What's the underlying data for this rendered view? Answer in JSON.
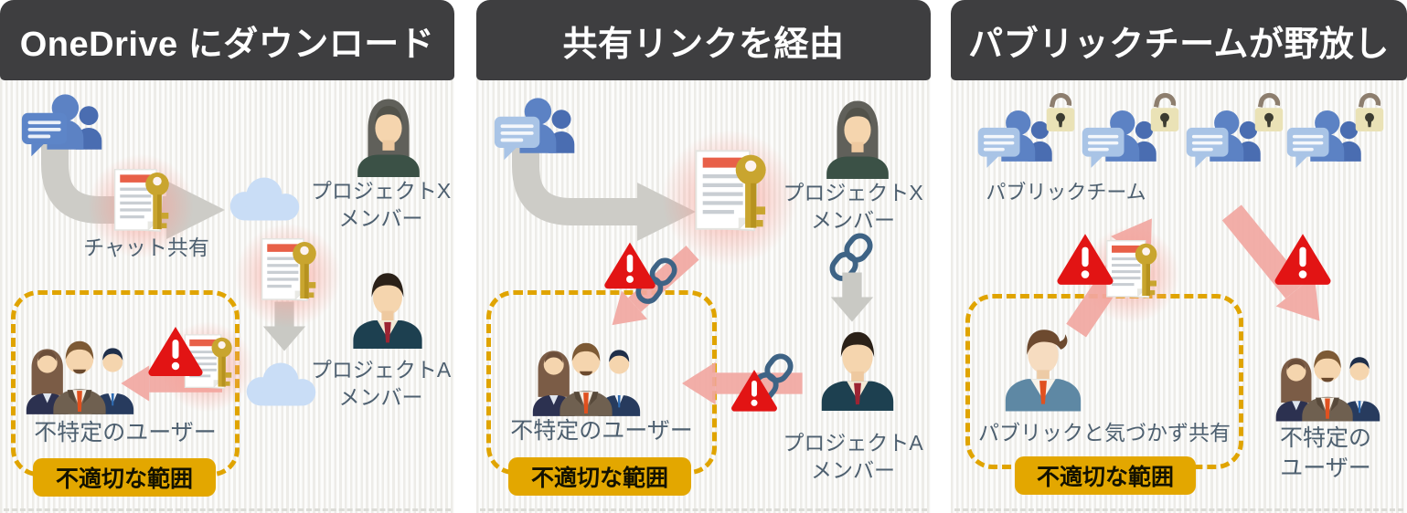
{
  "meta": {
    "language": "ja",
    "kind": "security-risk-infographic"
  },
  "colors": {
    "header_bg": "#3e3e40",
    "header_text": "#ffffff",
    "stripe": "#edece8",
    "badge_bg": "#e3a700",
    "boundary_gold": "#e0a400",
    "alert_red": "#e21414",
    "risk_pink": "#f2a8a2",
    "flow_gray": "#cdccc7",
    "teams_blue": "#5c82c4",
    "cloud_blue": "#c9ddf6",
    "key_gold": "#c9a52f",
    "chain_blue": "#3e6385",
    "label_text": "#4e6070"
  },
  "icons": {
    "teams-chat-icon": "people with speech bubble",
    "document-key-icon": "document with gold key",
    "onedrive-cloud-icon": "cloud",
    "warning-icon": "red triangle with exclamation mark",
    "link-chain-icon": "chain links",
    "open-padlock-icon": "open padlock",
    "flow-arrow": "gray curved arrow",
    "download-arrow": "gray down arrow",
    "risk-arrow": "pink arrow"
  },
  "panels": [
    {
      "id": "onedrive-download",
      "title": "OneDrive にダウンロード",
      "labels": {
        "chat_share": "チャット共有",
        "project_x": "プロジェクトX\nメンバー",
        "project_a": "プロジェクトA\nメンバー",
        "unspecified_users": "不特定のユーザー"
      },
      "badge": "不適切な範囲"
    },
    {
      "id": "shared-link",
      "title": "共有リンクを経由",
      "labels": {
        "project_x": "プロジェクトX\nメンバー",
        "project_a": "プロジェクトA\nメンバー",
        "unspecified_users": "不特定のユーザー"
      },
      "badge": "不適切な範囲"
    },
    {
      "id": "public-team",
      "title": "パブリックチームが野放し",
      "labels": {
        "public_team": "パブリックチーム",
        "shared_unaware": "パブリックと気づかず共有",
        "unspecified_users": "不特定の\nユーザー"
      },
      "badge": "不適切な範囲"
    }
  ]
}
